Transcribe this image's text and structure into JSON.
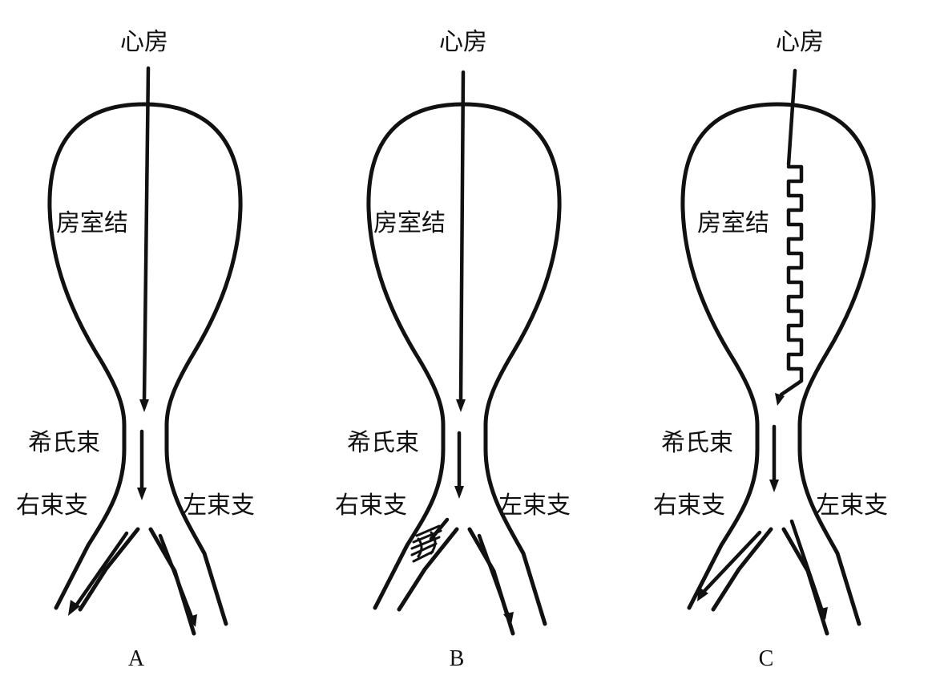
{
  "panels": [
    {
      "caption": "A",
      "atrium": "心房",
      "av_node": "房室结",
      "his_bundle": "希氏束",
      "right_bundle_branch": "右束支",
      "left_bundle_branch": "左束支"
    },
    {
      "caption": "B",
      "atrium": "心房",
      "av_node": "房室结",
      "his_bundle": "希氏束",
      "right_bundle_branch": "右束支",
      "left_bundle_branch": "左束支"
    },
    {
      "caption": "C",
      "atrium": "心房",
      "av_node": "房室结",
      "his_bundle": "希氏束",
      "right_bundle_branch": "右束支",
      "left_bundle_branch": "左束支"
    }
  ]
}
